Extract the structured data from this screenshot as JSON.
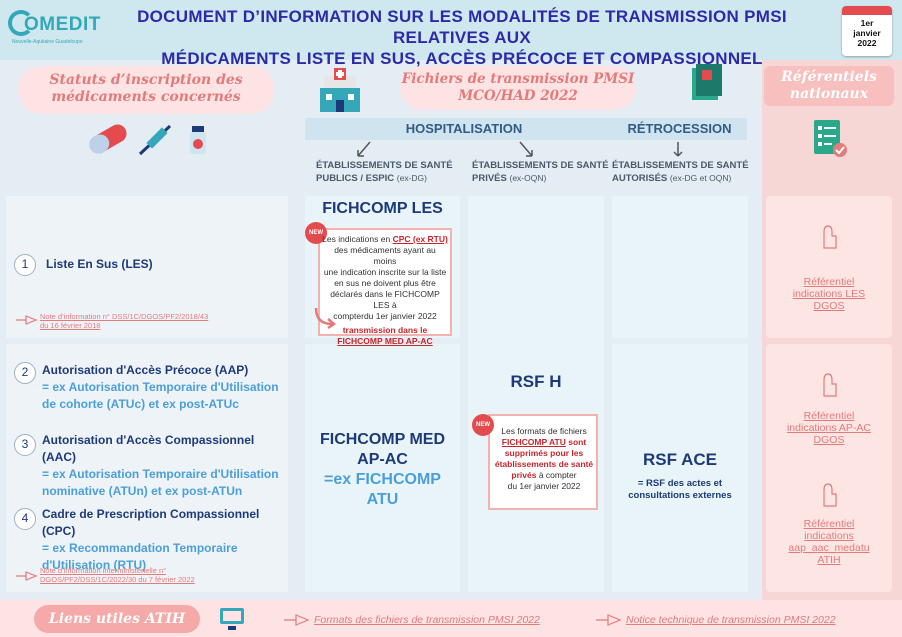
{
  "header": {
    "logo_text": "OMEDIT",
    "logo_sub": "Nouvelle-Aquitaine Guadeloupe",
    "title_line1": "DOCUMENT D’INFORMATION SUR LES MODALITÉS DE TRANSMISSION PMSI RELATIVES AUX",
    "title_line2": "MÉDICAMENTS LISTE EN SUS, ACCÈS PRÉCOCE ET COMPASSIONNEL",
    "date_line1": "1er",
    "date_line2": "janvier",
    "date_line3": "2022"
  },
  "sections": {
    "left_title_line1": "Statuts d’inscription des",
    "left_title_line2": "médicaments concernés",
    "center_title_line1": "Fichiers de transmission PMSI",
    "center_title_line2": "MCO/HAD 2022",
    "right_title_line1": "Référentiels",
    "right_title_line2": "nationaux"
  },
  "columns": {
    "hospitalisation": "HOSPITALISATION",
    "retrocession": "RÉTROCESSION",
    "col1_line1": "ÉTABLISSEMENTS DE SANTÉ",
    "col1_line2": "PUBLICS / ESPIC",
    "col1_tag": "(ex-DG)",
    "col2_line1": "ÉTABLISSEMENTS DE SANTÉ",
    "col2_line2": "PRIVÉS",
    "col2_tag": "(ex-OQN)",
    "col3_line1": "ÉTABLISSEMENTS DE SANTÉ",
    "col3_line2": "AUTORISÉS",
    "col3_tag": "(ex-DG et OQN)"
  },
  "statuses": [
    {
      "num": "1",
      "title": "Liste En Sus (LES)"
    },
    {
      "num": "2",
      "title": "Autorisation d'Accès Précoce (AAP)",
      "sub1": "= ex Autorisation Temporaire d'Utilisation",
      "sub2": "de cohorte (ATUc) et ex post-ATUc"
    },
    {
      "num": "3",
      "title": "Autorisation d'Accès Compassionnel (AAC)",
      "sub1": "= ex Autorisation Temporaire d'Utilisation",
      "sub2": "nominative (ATUn) et ex post-ATUn"
    },
    {
      "num": "4",
      "title": "Cadre de Prescription Compassionnel (CPC)",
      "sub1": "= ex Recommandation Temporaire",
      "sub2": "d'Utilisation (RTU)"
    }
  ],
  "notes": {
    "les_line1": "Note d'information n° DSS/1C/DGOS/PF2/2018/43",
    "les_line2": "du 16 février 2018",
    "aap_line1": "Note d'information interministérielle n°",
    "aap_line2": "DGOS/PF2/DSS/1C/2022/30 du 7 février 2022"
  },
  "files": {
    "fichcomp_les": "FICHCOMP LES",
    "new_label": "NEW",
    "les_text_1": "Les indications en",
    "les_text_cpc": "CPC (ex RTU)",
    "les_text_2": "des médicaments ayant au moins",
    "les_text_3": "une indication inscrite sur la liste",
    "les_text_4": "en sus ne doivent plus être",
    "les_text_5": "déclarés dans le FICHCOMP LES à",
    "les_text_6": "compterdu 1er janvier 2022",
    "les_text_7": "transmission dans le",
    "les_text_8": "FICHCOMP MED AP-AC",
    "fichcomp_med_1": "FICHCOMP MED",
    "fichcomp_med_2": "AP-AC",
    "fichcomp_med_3": "=ex FICHCOMP",
    "fichcomp_med_4": "ATU",
    "rsfh": "RSF H",
    "rsfh_text_1": "Les formats de fichiers",
    "rsfh_text_2": "FICHCOMP ATU",
    "rsfh_text_2b": "sont",
    "rsfh_text_3": "supprimés pour les",
    "rsfh_text_4": "établissements de santé",
    "rsfh_text_5": "privés",
    "rsfh_text_5b": "à compter",
    "rsfh_text_6": "du 1er janvier 2022",
    "rsface": "RSF ACE",
    "rsface_sub1": "= RSF des actes et",
    "rsface_sub2": "consultations externes"
  },
  "referentiels": {
    "les_line1": "Référentiel",
    "les_line2": "indications LES",
    "les_line3": "DGOS",
    "aac_line1": "Référentiel",
    "aac_line2": "indications AP-AC",
    "aac_line3": "DGOS",
    "atih_line1": "Référentiel",
    "atih_line2": "indications",
    "atih_line3": "aap_aac_medatu",
    "atih_line4": "ATIH"
  },
  "footer": {
    "liens": "Liens utiles ATIH",
    "link1": "Formats des fichiers de transmission PMSI 2022",
    "link2": "Notice technique de transmission PMSI 2022"
  },
  "colors": {
    "navy": "#1d3a78",
    "pink": "#e47b7b",
    "red": "#e34b4f",
    "teal": "#34a8b8"
  }
}
